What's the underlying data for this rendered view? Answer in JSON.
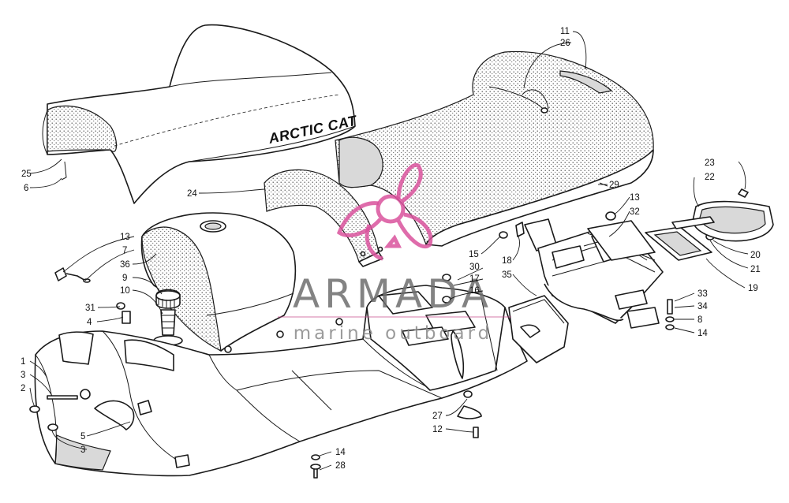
{
  "diagram": {
    "seat_brand": "ARCTIC CAT",
    "watermark": {
      "title": "ARMADA",
      "subtitle": "marine outboard",
      "logo": "propeller-logo",
      "colors": {
        "logo": "#d9529c",
        "text": "#6e6e6e"
      }
    },
    "callouts": {
      "c1": "1",
      "c2": "2",
      "c3a": "3",
      "c3b": "3",
      "c4": "4",
      "c5": "5",
      "c6": "6",
      "c7": "7",
      "c8": "8",
      "c9": "9",
      "c10": "10",
      "c11": "11",
      "c12": "12",
      "c13a": "13",
      "c13b": "13",
      "c14a": "14",
      "c14b": "14",
      "c15": "15",
      "c16": "16",
      "c17": "17",
      "c18": "18",
      "c19": "19",
      "c20": "20",
      "c21": "21",
      "c22": "22",
      "c23": "23",
      "c24": "24",
      "c25": "25",
      "c26": "26",
      "c27": "27",
      "c28": "28",
      "c29": "29",
      "c30": "30",
      "c31": "31",
      "c32": "32",
      "c33": "33",
      "c34": "34",
      "c35": "35",
      "c36": "36"
    }
  }
}
